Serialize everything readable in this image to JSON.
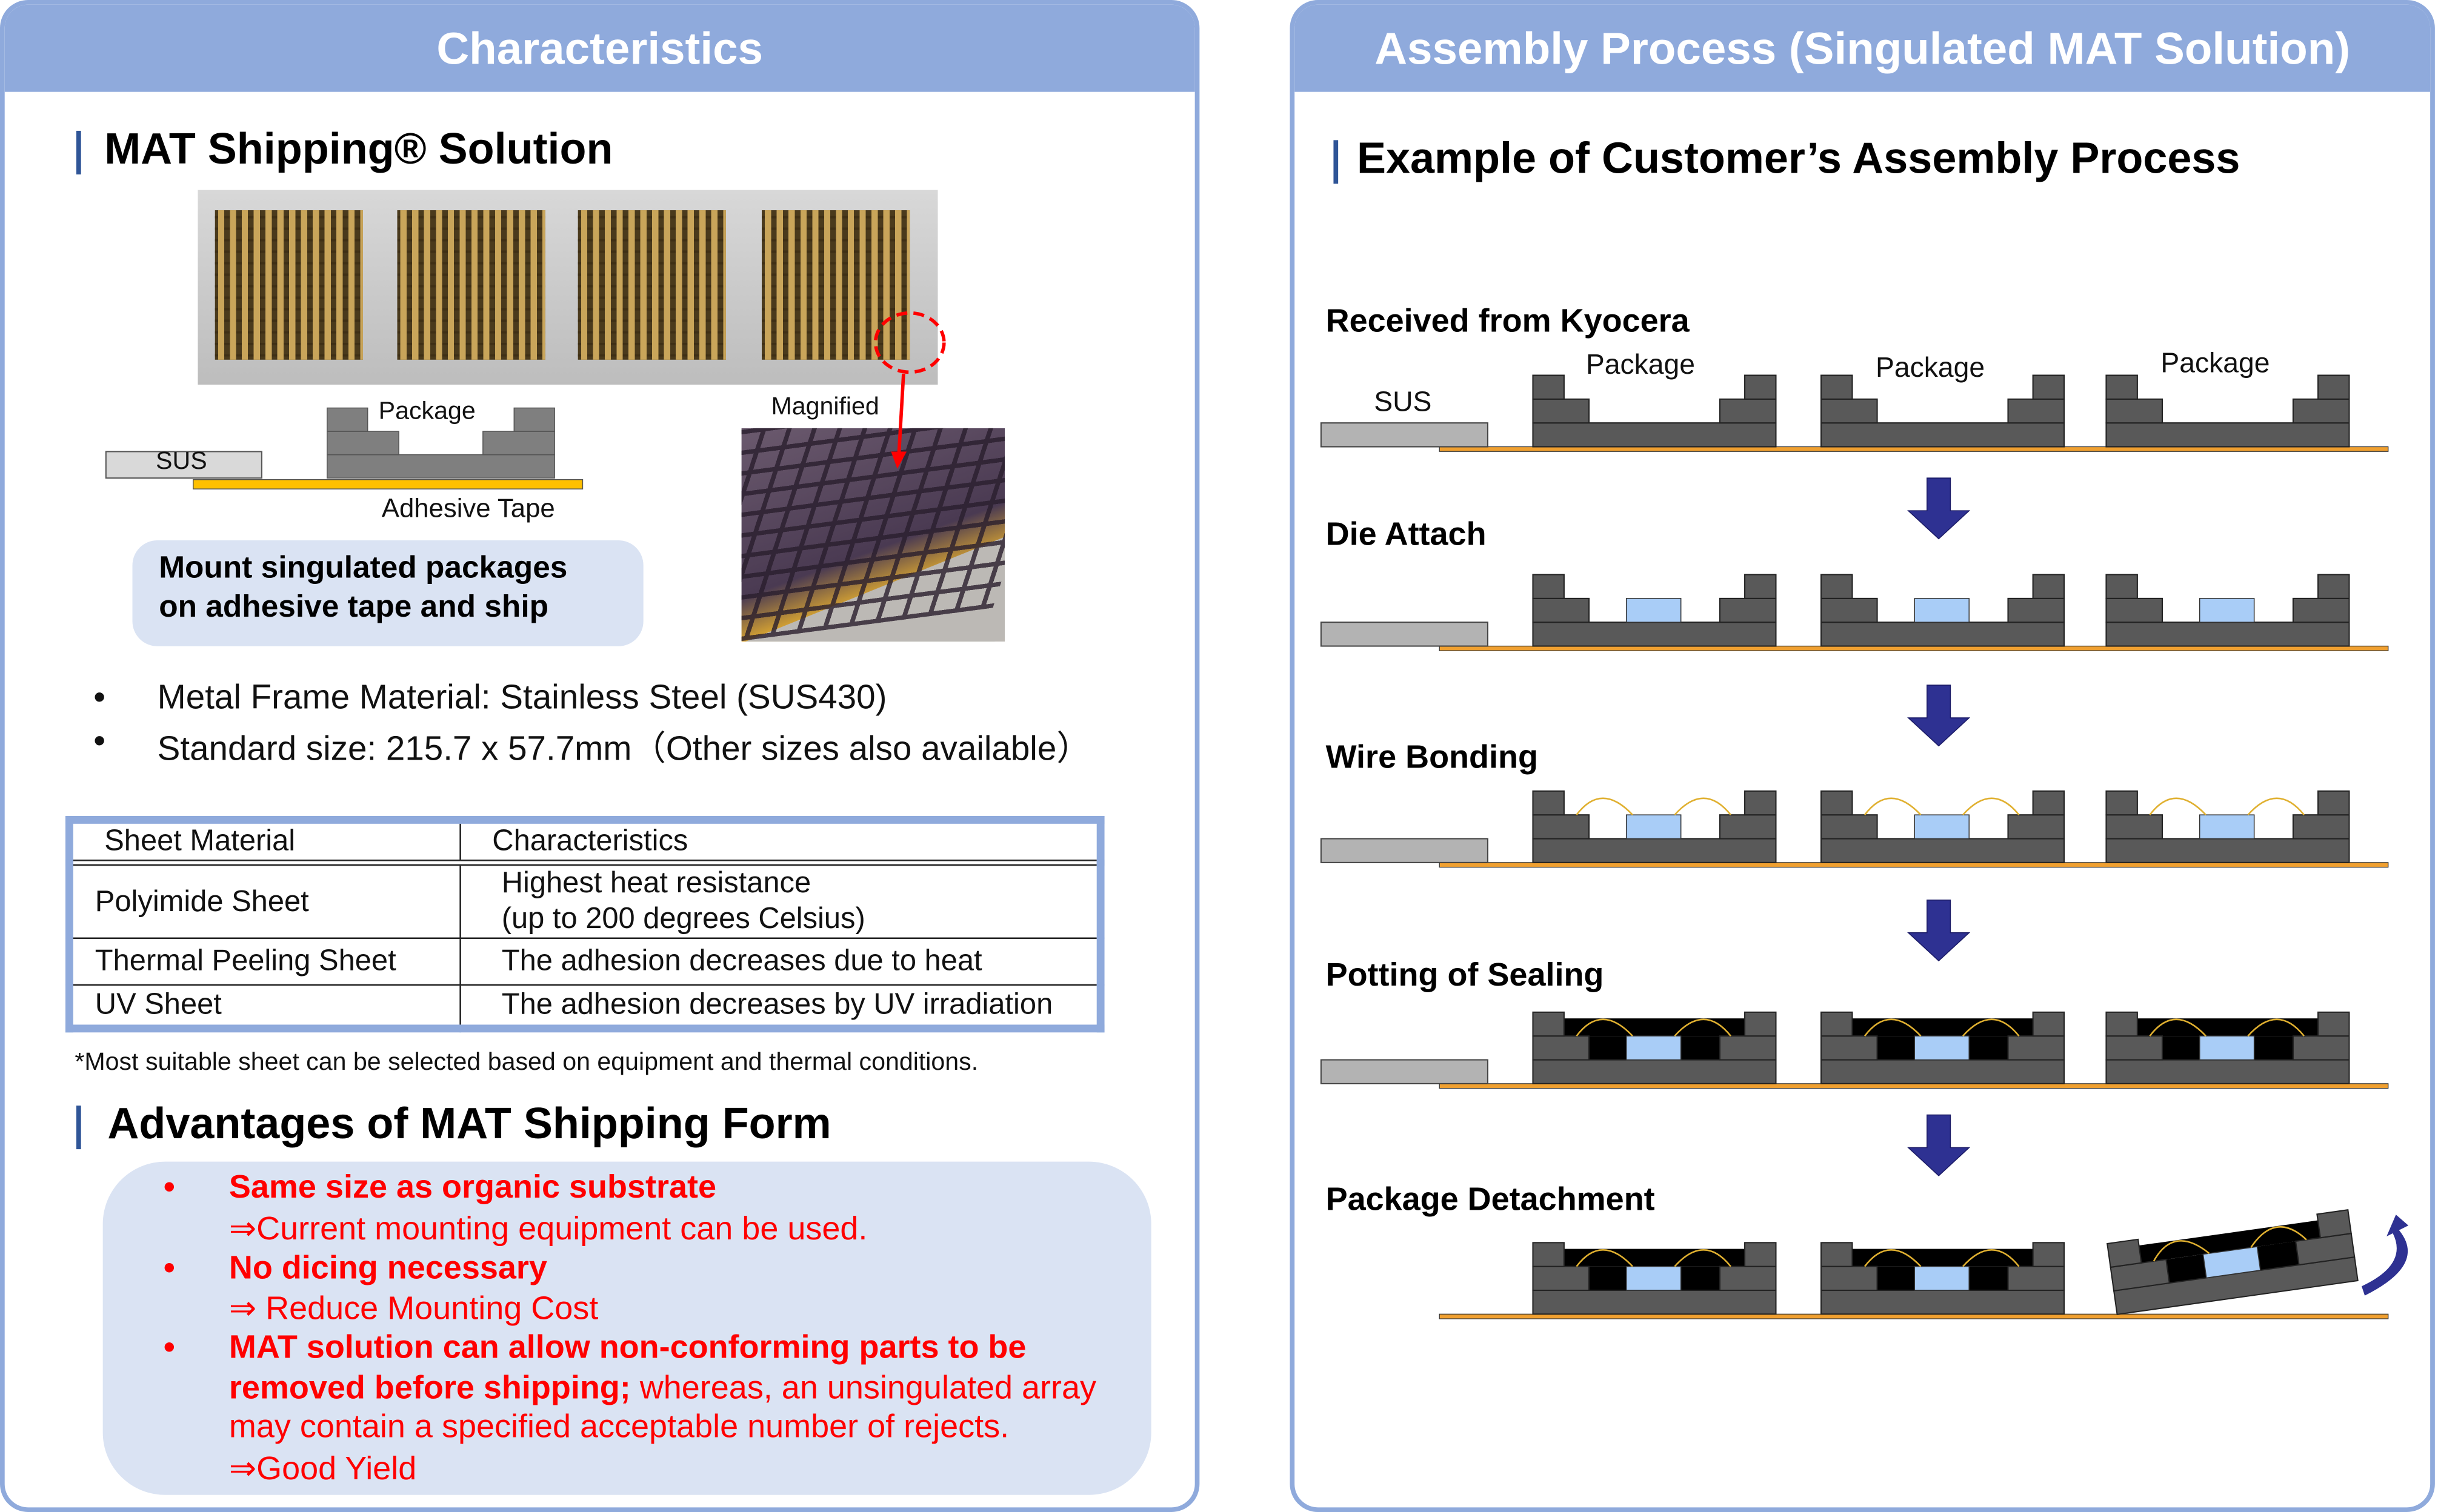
{
  "left_panel": {
    "title": "Characteristics",
    "section1_heading": "MAT Shipping® Solution",
    "diagram": {
      "package_label": "Package",
      "sus_label": "SUS",
      "tape_label": "Adhesive Tape",
      "magnified_label": "Magnified"
    },
    "callout": [
      "Mount singulated packages",
      "on adhesive tape and ship"
    ],
    "bullets": [
      "Metal Frame Material: Stainless Steel (SUS430)",
      "Standard size: 215.7 x 57.7mm（Other sizes also available）"
    ],
    "table": {
      "headers": [
        "Sheet Material",
        "Characteristics"
      ],
      "rows": [
        {
          "material": "Polyimide Sheet",
          "char_line1": "Highest heat resistance",
          "char_line2": "(up to 200 degrees Celsius)"
        },
        {
          "material": "Thermal Peeling Sheet",
          "char_line1": "The adhesion decreases due to heat"
        },
        {
          "material": "UV Sheet",
          "char_line1": "The adhesion decreases by UV irradiation"
        }
      ]
    },
    "footnote": "*Most suitable sheet can be selected based on equipment and thermal conditions.",
    "section2_heading": "Advantages of MAT Shipping Form",
    "advantages": [
      {
        "title": "Same size as organic substrate",
        "detail": "⇒Current mounting equipment can be used."
      },
      {
        "title": "No dicing necessary",
        "detail": "⇒ Reduce Mounting Cost"
      },
      {
        "title_line1": "MAT solution can allow non-conforming parts to be",
        "title_line2": "removed before shipping;",
        "rest_line2": " whereas, an unsingulated array",
        "rest_line3": "may contain a specified acceptable number of rejects.",
        "detail": "⇒Good Yield"
      }
    ]
  },
  "right_panel": {
    "title": "Assembly Process (Singulated MAT Solution)",
    "heading": "Example of Customer’s Assembly Process",
    "steps": [
      "Received from Kyocera",
      "Die Attach",
      "Wire Bonding",
      "Potting of Sealing",
      "Package Detachment"
    ],
    "sus_label": "SUS",
    "package_label": "Package"
  },
  "colors": {
    "accent": "#8faadc",
    "callout_bg": "#dae3f3",
    "red": "#ff0000",
    "arrow": "#2e3192",
    "package": "#595959",
    "die": "#a9cdf7",
    "tape": "#ffc000"
  }
}
